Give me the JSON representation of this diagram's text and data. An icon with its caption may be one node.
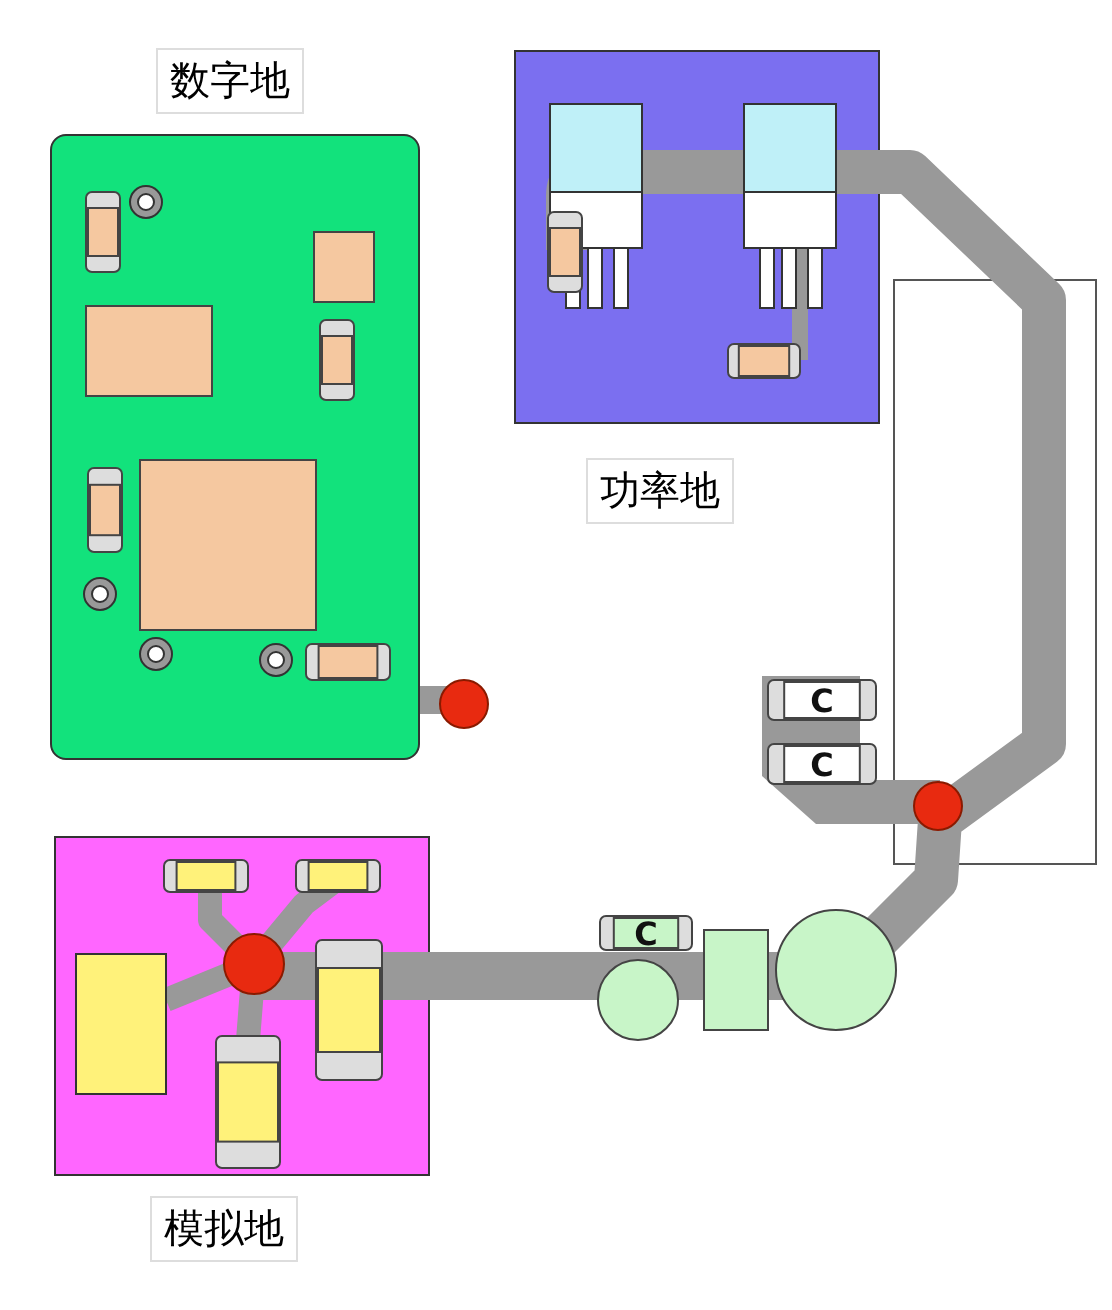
{
  "diagram": {
    "nodes": [
      {
        "text": [
          "数字地"
        ]
      },
      {
        "text": [
          "功率地"
        ]
      },
      {
        "text": [
          "模拟地"
        ]
      }
    ],
    "labels": [
      "C",
      "C",
      "C"
    ]
  }
}
